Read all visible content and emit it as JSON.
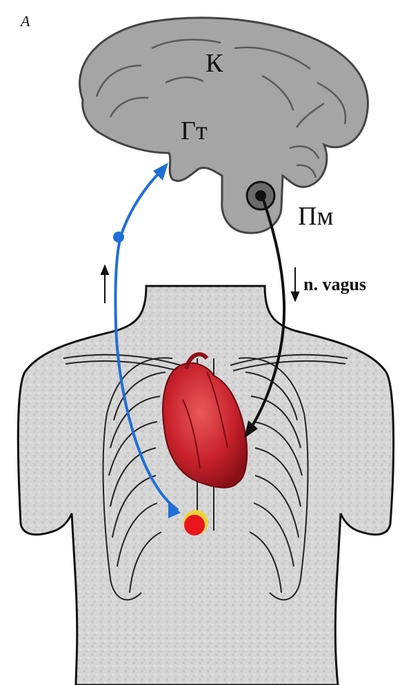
{
  "figure": {
    "panel_label": "А",
    "labels": {
      "cortex": "К",
      "hypothalamus": "Гт",
      "medulla": "Пм",
      "nerve": "n. vagus"
    }
  },
  "colors": {
    "body_fill": "#d4d4d4",
    "brain_fill": "#9a9a9a",
    "afferent_path": "#1f6fd6",
    "efferent_path": "#111111",
    "heart": "#c8222c",
    "receptor": "#e8151c",
    "receptor_rim": "#f0d23a"
  },
  "icons": {
    "heart": "heart-icon",
    "receptor": "receptor-dot"
  }
}
